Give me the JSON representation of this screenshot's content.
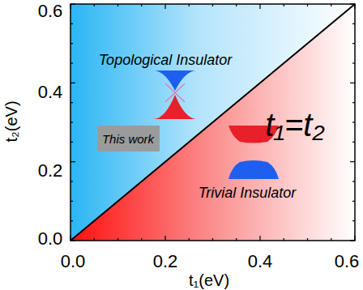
{
  "diagram": {
    "nodes": [
      {
        "text": [
          "This work"
        ]
      }
    ],
    "labels": [
      "0.6",
      "0.4",
      "0.2",
      "0.0",
      "0.0",
      "0.2",
      "0.4",
      "0.6",
      "t₂(eV)",
      "t₁(eV)",
      "Topological Insulator",
      "Trivial Insulator",
      "t₁=t₂"
    ]
  }
}
